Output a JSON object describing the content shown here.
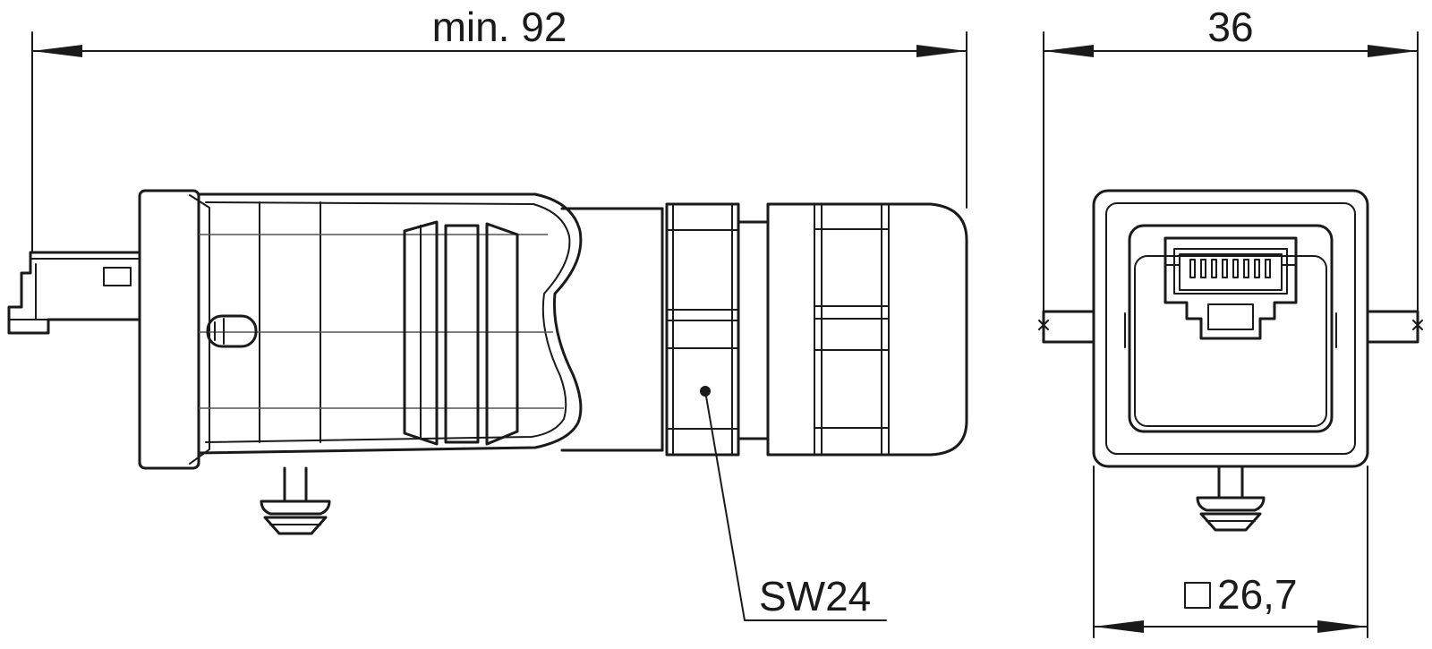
{
  "dimensions": {
    "length": "min. 92",
    "width": "36",
    "square": "26,7",
    "wrench": "SW24"
  }
}
